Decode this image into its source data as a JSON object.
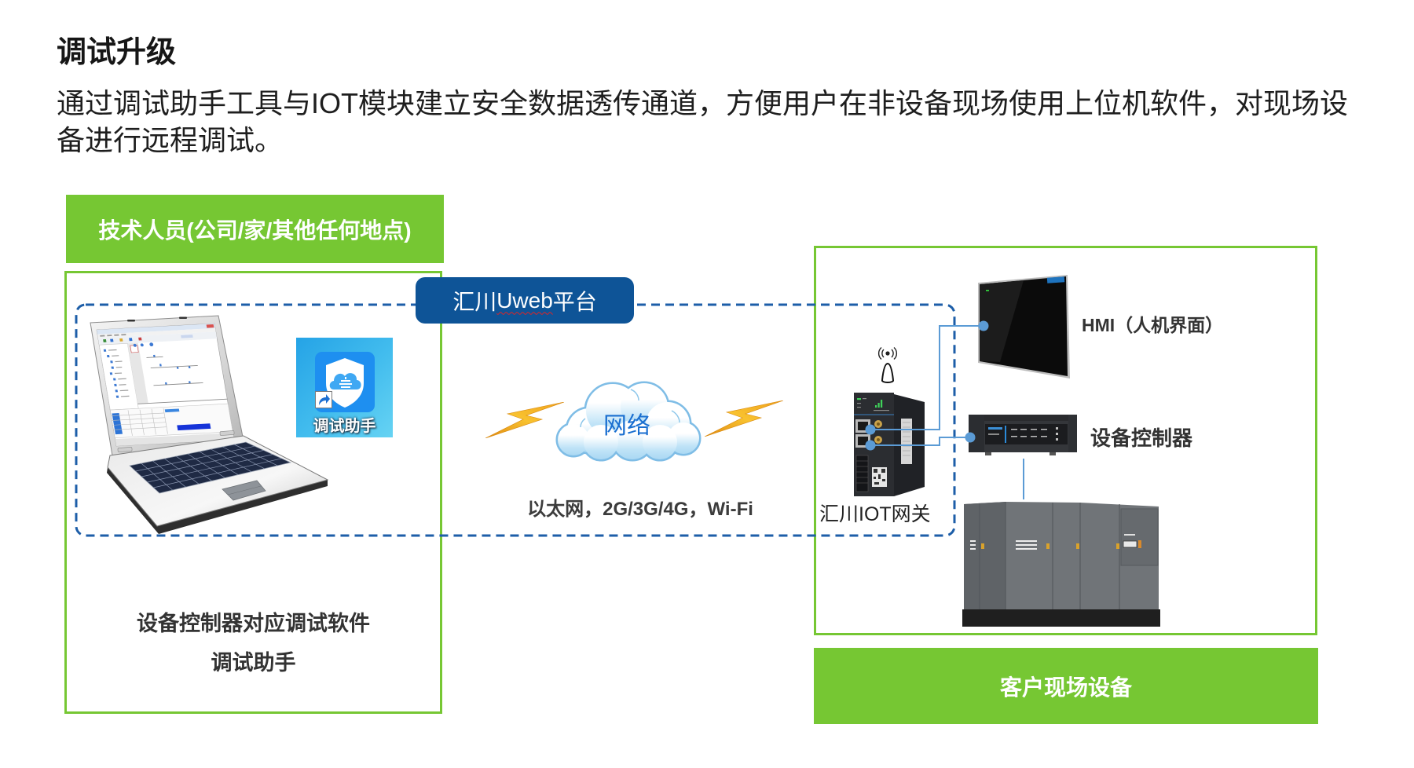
{
  "section": {
    "title": "调试升级",
    "description_lines": [
      "通过调试助手工具与IOT模块建立安全数据透传通道，方便用户在非设备现场使用上位机软件，对现场设",
      "备进行远程调试。"
    ]
  },
  "remote_site": {
    "header": "技术人员(公司/家/其他任何地点)",
    "laptop_icon": "laptop-icon",
    "app_shortcut": {
      "label": "调试助手",
      "icon": "shield-cloud-icon",
      "overlay_icon": "shortcut-arrow-icon"
    },
    "caption_lines": [
      "设备控制器对应调试软件",
      "调试助手"
    ]
  },
  "platform": {
    "label_prefix": "汇川",
    "label_marked": "Uweb",
    "label_suffix": "平台"
  },
  "network": {
    "label": "网络",
    "caption": "以太网，2G/3G/4G，Wi-Fi",
    "icons": [
      "lightning-bolt-icon",
      "cloud-icon",
      "lightning-bolt-icon"
    ]
  },
  "customer_site": {
    "footer": "客户现场设备",
    "gateway": {
      "label": "汇川IOT网关",
      "signal_icon": "wireless-signal-icon",
      "antenna_icon": "antenna-icon"
    },
    "hmi": {
      "label": "HMI（人机界面）"
    },
    "controller": {
      "label": "设备控制器"
    },
    "equipment_icon": "air-compressor-icon"
  },
  "colors": {
    "accent_green": "#76c733",
    "platform_blue": "#0e5497",
    "connector_blue": "#5b9bd5",
    "network_text": "#1a6fd0",
    "dash_blue": "#1d5ea8"
  }
}
